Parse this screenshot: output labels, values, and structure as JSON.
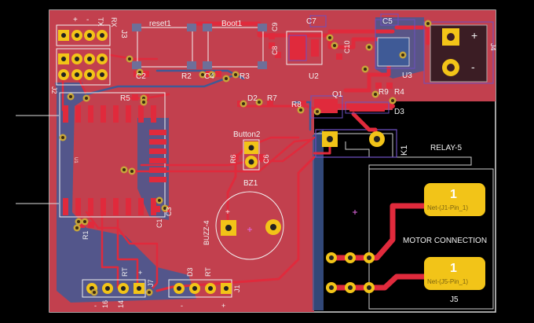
{
  "colors": {
    "background": "#000000",
    "board_outline": "#d8d8d8",
    "front_copper_fill": "#c2404e",
    "copper_trace": "#e02a3c",
    "back_copper": "#3f5a96",
    "silkscreen": "#f2f2f2",
    "pad_gold": "#f2c418",
    "footprint_outline": "#6d4fbf"
  },
  "labels": {
    "j3_pins": [
      "+",
      "-",
      "TX",
      "RX"
    ],
    "j3": "J3",
    "reset": "reset1",
    "boot": "Boot1",
    "c7": "C7",
    "c5": "C5",
    "c9": "C9",
    "c8": "C8",
    "c10": "C10",
    "j4": "J4",
    "plus": "+",
    "minus": "-",
    "c2": "C2",
    "r2": "R2",
    "c4": "C4",
    "r3": "R3",
    "u2": "U2",
    "u3": "U3",
    "r9": "R9",
    "r4": "R4",
    "j2": "J2",
    "r5": "R5",
    "d2": "D2",
    "r7": "R7",
    "r8": "R8",
    "q1": "Q1",
    "d3": "D3",
    "button2": "Button2",
    "k1": "K1",
    "relay5": "RELAY-5",
    "r6": "R6",
    "c6": "C6",
    "bz1": "BZ1",
    "buzz4": "BUZZ-4",
    "buzz_plus": "+",
    "c1": "C1",
    "c3": "C3",
    "r1": "R1",
    "u1": "U1",
    "motor_connection": "MOTOR CONNECTION",
    "net_j1": "Net-(J1-Pin_1)",
    "net_j5": "Net-(J5-Pin_1)",
    "pad_j1_number": "1",
    "pad_j5_number": "1",
    "j5": "J5",
    "j7": "J7",
    "j7_pins": [
      "-",
      "16",
      "14",
      "RT",
      "+"
    ],
    "j1": "J1",
    "j1_pins": [
      "-",
      "D3",
      "RT",
      "+"
    ]
  }
}
